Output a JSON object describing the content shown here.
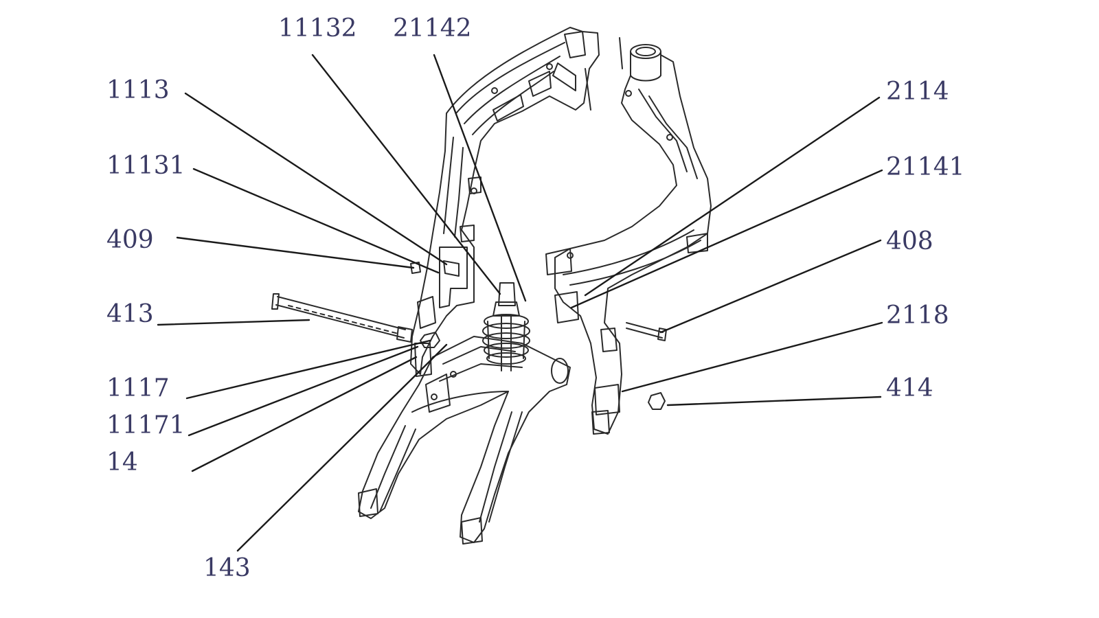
{
  "colors": {
    "label_text": "#3a3a64",
    "leader_line": "#1a1a1a",
    "part_outline": "#2a2a2a",
    "background": "#ffffff"
  },
  "labels": [
    {
      "id": "11132",
      "text": "11132"
    },
    {
      "id": "21142",
      "text": "21142"
    },
    {
      "id": "1113",
      "text": "1113"
    },
    {
      "id": "11131",
      "text": "11131"
    },
    {
      "id": "409",
      "text": "409"
    },
    {
      "id": "413",
      "text": "413"
    },
    {
      "id": "1117",
      "text": "1117"
    },
    {
      "id": "11171",
      "text": "11171"
    },
    {
      "id": "14",
      "text": "14"
    },
    {
      "id": "143",
      "text": "143"
    },
    {
      "id": "2114",
      "text": "2114"
    },
    {
      "id": "21141",
      "text": "21141"
    },
    {
      "id": "408",
      "text": "408"
    },
    {
      "id": "2118",
      "text": "2118"
    },
    {
      "id": "414",
      "text": "414"
    }
  ]
}
